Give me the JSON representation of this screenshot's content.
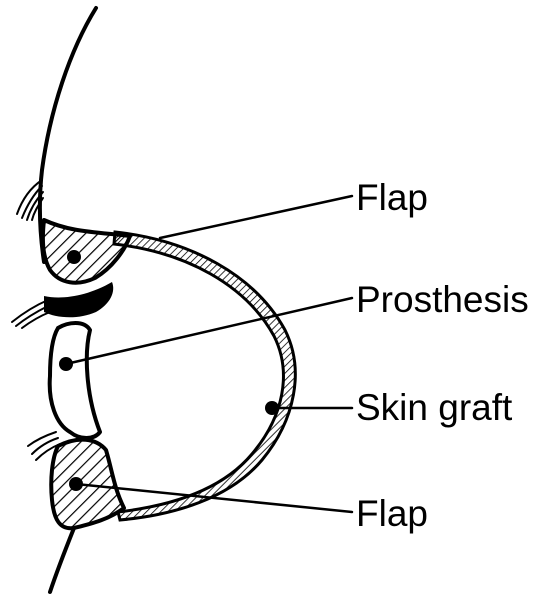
{
  "diagram": {
    "labels": {
      "flap_upper": "Flap",
      "prosthesis": "Prosthesis",
      "skin_graft": "Skin graft",
      "flap_lower": "Flap"
    },
    "colors": {
      "ink": "#000000",
      "background": "#ffffff"
    }
  }
}
